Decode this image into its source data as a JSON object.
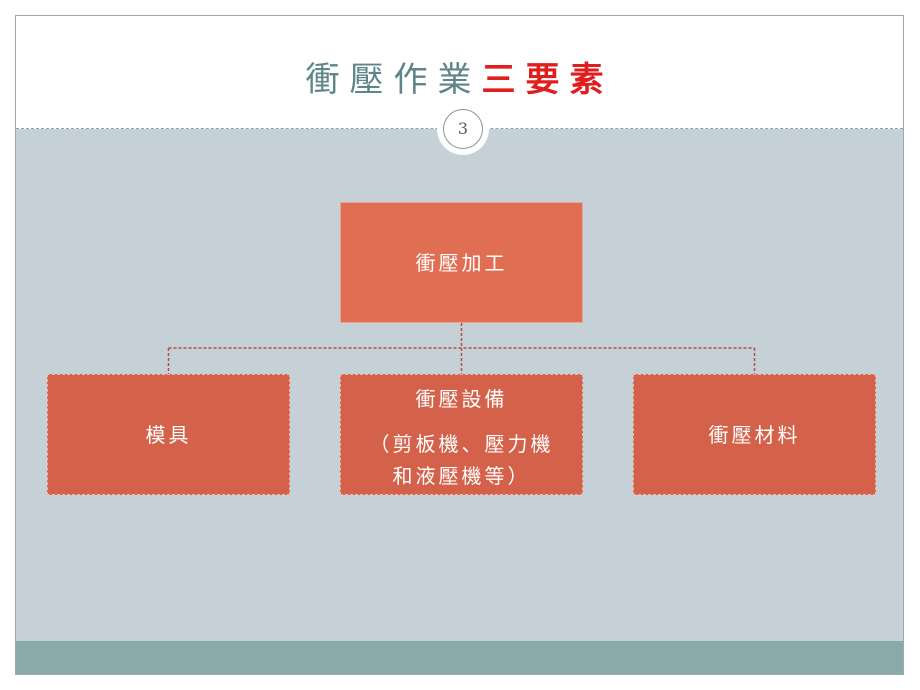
{
  "slide": {
    "title_main": "衝壓作業",
    "title_accent": "三要素",
    "page_number": "3"
  },
  "chart": {
    "root": "衝壓加工",
    "children": [
      {
        "label": "模具"
      },
      {
        "lines": [
          "衝壓設備",
          "（剪板機、壓力機",
          "和液壓機等）"
        ]
      },
      {
        "label": "衝壓材料"
      }
    ]
  },
  "colors": {
    "title": "#5c8688",
    "accent": "#e01e1e",
    "root_box": "#e06e53",
    "child_box": "#d4614a",
    "background": "#c6d1d7",
    "connector": "#b0513e"
  }
}
